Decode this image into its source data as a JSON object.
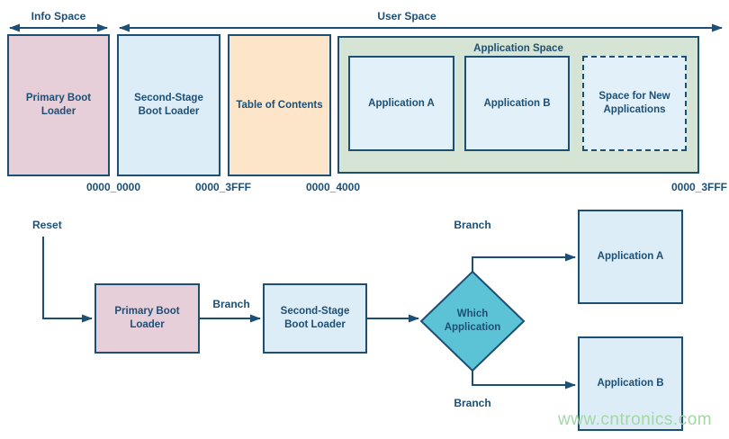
{
  "memory_map": {
    "info_space_label": "Info Space",
    "user_space_label": "User Space",
    "blocks": [
      {
        "label": "Primary Boot Loader"
      },
      {
        "label": "Second-Stage Boot Loader"
      },
      {
        "label": "Table of Contents"
      }
    ],
    "application_space": {
      "title": "Application Space",
      "blocks": [
        {
          "label": "Application A"
        },
        {
          "label": "Application B"
        },
        {
          "label": "Space for New Applications"
        }
      ]
    },
    "addresses": [
      {
        "value": "0000_0000"
      },
      {
        "value": "0000_3FFF"
      },
      {
        "value": "0000_4000"
      },
      {
        "value": "0000_3FFF"
      }
    ]
  },
  "flowchart": {
    "reset_label": "Reset",
    "nodes": [
      {
        "label": "Primary Boot Loader"
      },
      {
        "label": "Second-Stage Boot Loader"
      },
      {
        "label": "Application A"
      },
      {
        "label": "Application B"
      }
    ],
    "decision_label": "Which Application",
    "branch_labels": [
      {
        "value": "Branch"
      },
      {
        "value": "Branch"
      },
      {
        "value": "Branch"
      }
    ]
  },
  "watermark": "www.cntronics.com",
  "colors": {
    "line_navy": "#1d4f75",
    "pink": "#e7cfda",
    "light_blue": "#dcedf7",
    "peach": "#fce5c9",
    "sage_green": "#d5e4d4",
    "inner_blue": "#e2f1f9",
    "diamond_teal": "#5cc3d6",
    "watermark_green": "#a5d6a5"
  }
}
